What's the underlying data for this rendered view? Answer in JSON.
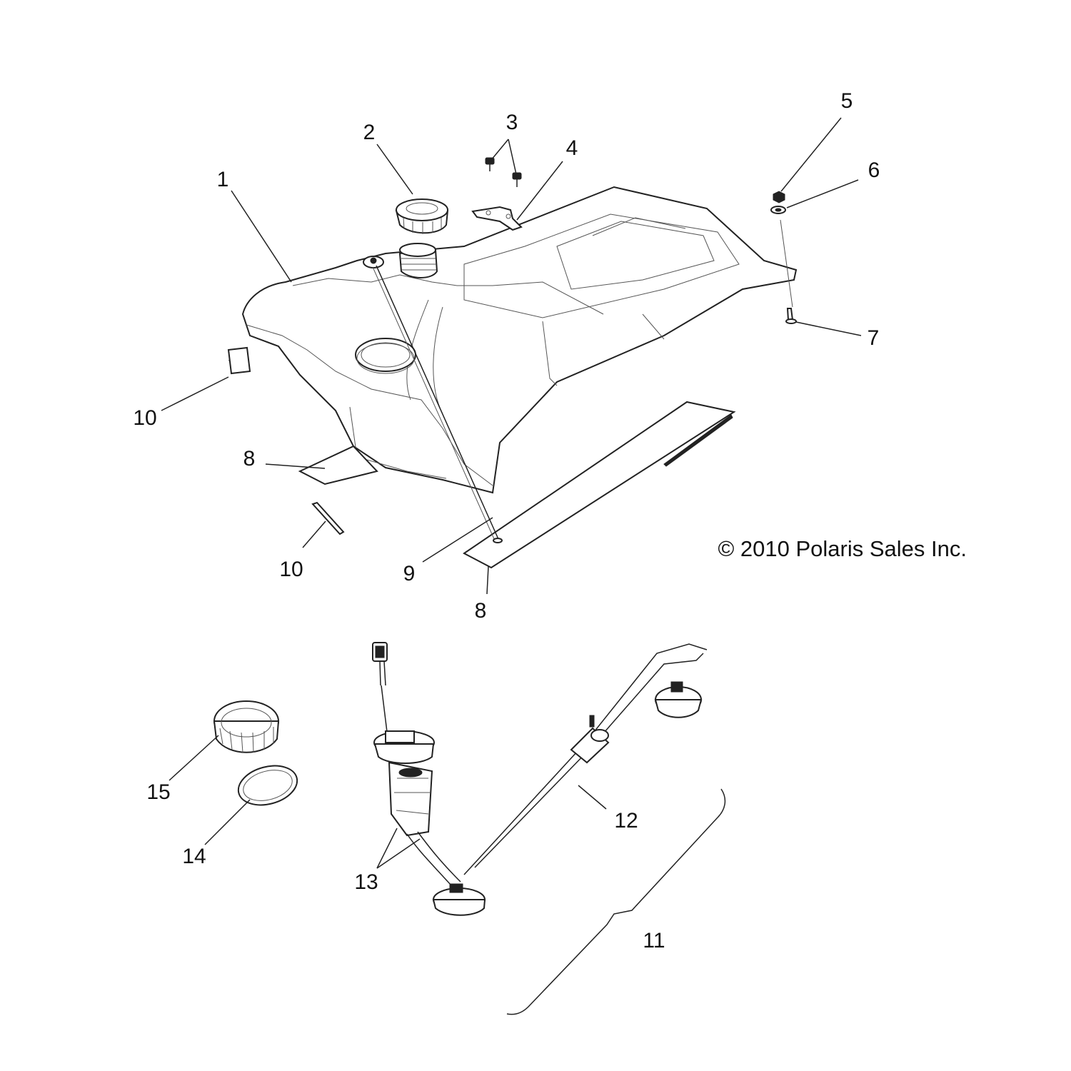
{
  "diagram": {
    "copyright": "© 2010 Polaris Sales Inc.",
    "callouts": [
      {
        "id": "c1",
        "label": "1"
      },
      {
        "id": "c2",
        "label": "2"
      },
      {
        "id": "c3",
        "label": "3"
      },
      {
        "id": "c4",
        "label": "4"
      },
      {
        "id": "c5",
        "label": "5"
      },
      {
        "id": "c6",
        "label": "6"
      },
      {
        "id": "c7",
        "label": "7"
      },
      {
        "id": "c8a",
        "label": "8"
      },
      {
        "id": "c8b",
        "label": "8"
      },
      {
        "id": "c9",
        "label": "9"
      },
      {
        "id": "c10a",
        "label": "10"
      },
      {
        "id": "c10b",
        "label": "10"
      },
      {
        "id": "c11",
        "label": "11"
      },
      {
        "id": "c12",
        "label": "12"
      },
      {
        "id": "c13",
        "label": "13"
      },
      {
        "id": "c14",
        "label": "14"
      },
      {
        "id": "c15",
        "label": "15"
      }
    ]
  }
}
